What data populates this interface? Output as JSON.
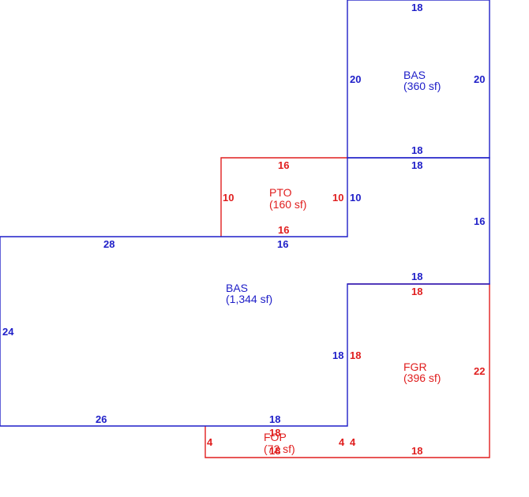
{
  "colors": {
    "living": "#1e1ec8",
    "other": "#e01e1e"
  },
  "areas": {
    "bas_upper": {
      "name": "BAS",
      "size": "(360 sf)"
    },
    "pto": {
      "name": "PTO",
      "size": "(160 sf)"
    },
    "bas_main": {
      "name": "BAS",
      "size": "(1,344 sf)"
    },
    "fgr": {
      "name": "FGR",
      "size": "(396 sf)"
    },
    "fop": {
      "name": "FOP",
      "size": "(72 sf)"
    }
  },
  "dims": {
    "bas_upper_top": "18",
    "bas_upper_left": "20",
    "bas_upper_right": "20",
    "bas_upper_bottom": "18",
    "pto_top": "16",
    "pto_left": "10",
    "pto_right": "10",
    "pto_bottom": "16",
    "bas_mid_top": "18",
    "bas_mid_left": "10",
    "bas_right_16": "16",
    "bas_top_28": "28",
    "bas_top_16": "16",
    "bas_left_24": "24",
    "bas_inner_18_top": "18",
    "bas_inner_18_vert": "18",
    "bas_bottom_26": "26",
    "bas_bottom_18": "18",
    "fgr_top": "18",
    "fgr_left": "18",
    "fgr_right": "22",
    "fgr_bottom": "18",
    "fop_left": "4",
    "fop_right": "4",
    "fop_top": "18",
    "fop_bottom": "18",
    "fgr_left_4": "4"
  }
}
